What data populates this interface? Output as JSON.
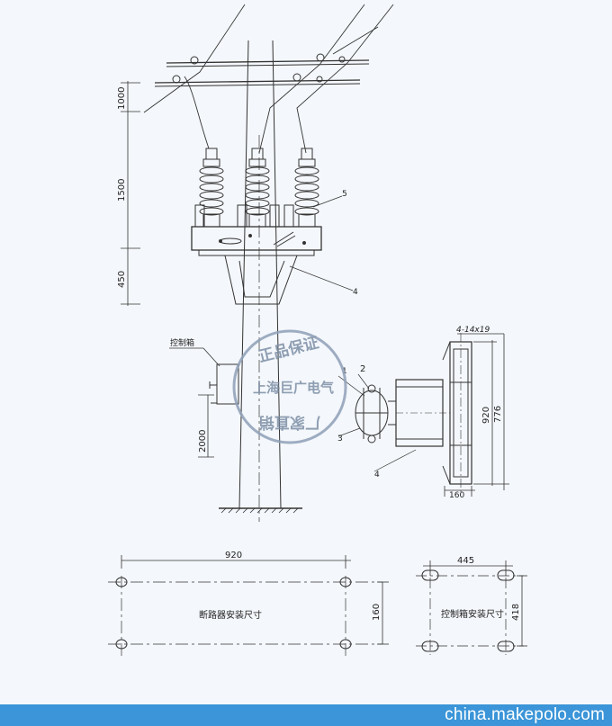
{
  "labels": {
    "dim_1000": "1000",
    "dim_1500": "1500",
    "dim_450": "450",
    "dim_2000": "2000",
    "dim_920_side": "920",
    "dim_776": "776",
    "dim_160_bracket": "160",
    "bracket_holes": "4-14x19",
    "control_box": "控制箱",
    "callout_1": "1",
    "callout_2": "2",
    "callout_3": "3",
    "callout_4_top": "4",
    "callout_4_side": "4",
    "callout_5": "5"
  },
  "breaker_mount": {
    "caption": "断路器安装尺寸",
    "width": "920",
    "height": "160"
  },
  "control_mount": {
    "caption": "控制箱安装尺寸",
    "width": "445",
    "height": "418"
  },
  "watermark": {
    "line1": "正品保证",
    "line2": "上海巨广电气",
    "line3": "厂家直销"
  },
  "footer": {
    "site": "china.makepolo.com",
    "bar_color": "#3b95d8"
  }
}
